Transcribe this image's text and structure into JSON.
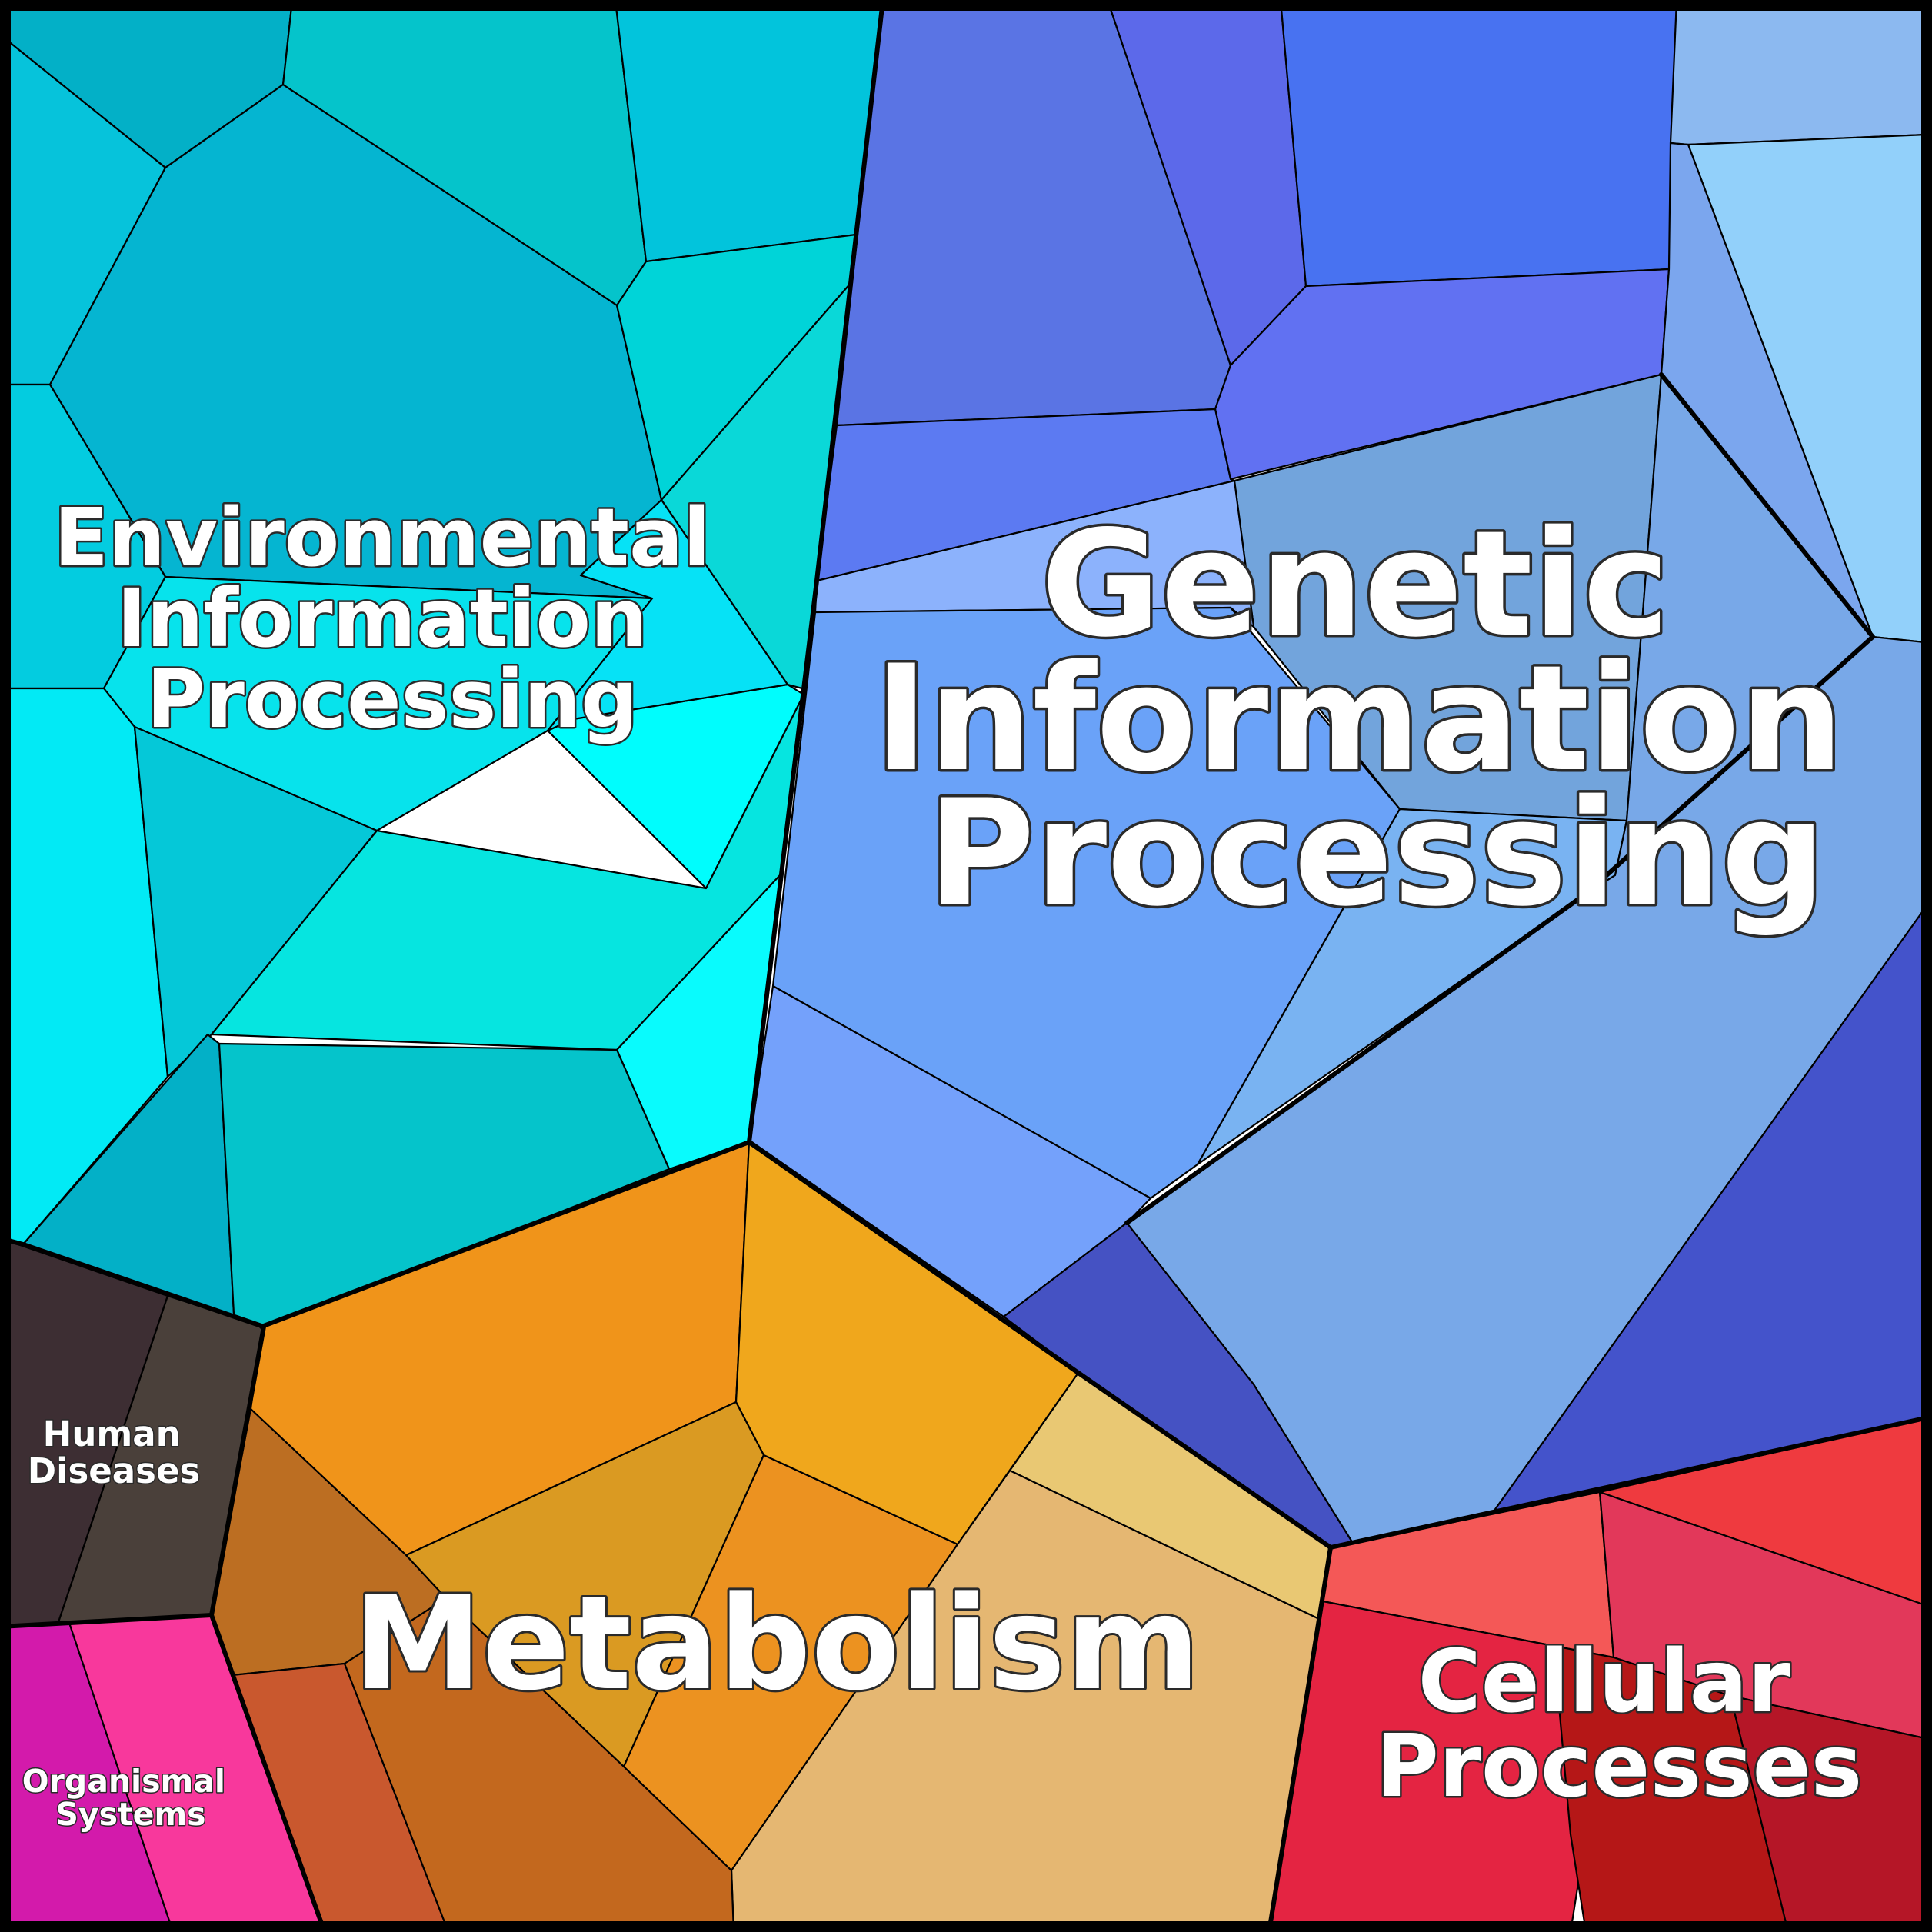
{
  "categories": [
    {
      "key": "environmental",
      "lines": [
        "Environmental",
        "Information",
        "Processing"
      ]
    },
    {
      "key": "genetic",
      "lines": [
        "Genetic",
        "Information",
        "Processing"
      ]
    },
    {
      "key": "metabolism",
      "lines": [
        "Metabolism"
      ]
    },
    {
      "key": "cellular",
      "lines": [
        "Cellular",
        "Processes"
      ]
    },
    {
      "key": "human",
      "lines": [
        "Human",
        "Diseases"
      ]
    },
    {
      "key": "organismal",
      "lines": [
        "Organismal",
        "Systems"
      ]
    }
  ],
  "palette": {
    "environmental": [
      "#03b0c7",
      "#05c4cb",
      "#02c4dc",
      "#06c3db",
      "#05b5d1",
      "#00d4d8",
      "#0ad8d8",
      "#03cce0",
      "#07e3ec",
      "#00fdfd",
      "#06e2f6",
      "#02eaf5",
      "#05c8d8",
      "#06e5e0",
      "#09fbfd"
    ],
    "genetic": [
      "#5a74e4",
      "#5c69ea",
      "#4872f1",
      "#6171f2",
      "#5c7af2",
      "#8cb9f0",
      "#92d0fa",
      "#7ba6ee",
      "#72a4dc",
      "#8cb2fc",
      "#6aa2f8",
      "#79b3f2",
      "#74a1fb",
      "#78a8e8",
      "#4453cb",
      "#4552c3",
      "#5b59c5"
    ],
    "metabolism": [
      "#f0941a",
      "#f0a71c",
      "#bc6e22",
      "#da9a22",
      "#ec9220",
      "#e9c873",
      "#e5b772",
      "#c9582e",
      "#c3681e"
    ],
    "cellular": [
      "#f45857",
      "#ef3a3f",
      "#e2385a",
      "#e42442",
      "#b51717",
      "#b51627"
    ],
    "human": [
      "#3d2e33",
      "#4a403a"
    ],
    "organismal": [
      "#d31aab",
      "#f8389c"
    ]
  }
}
